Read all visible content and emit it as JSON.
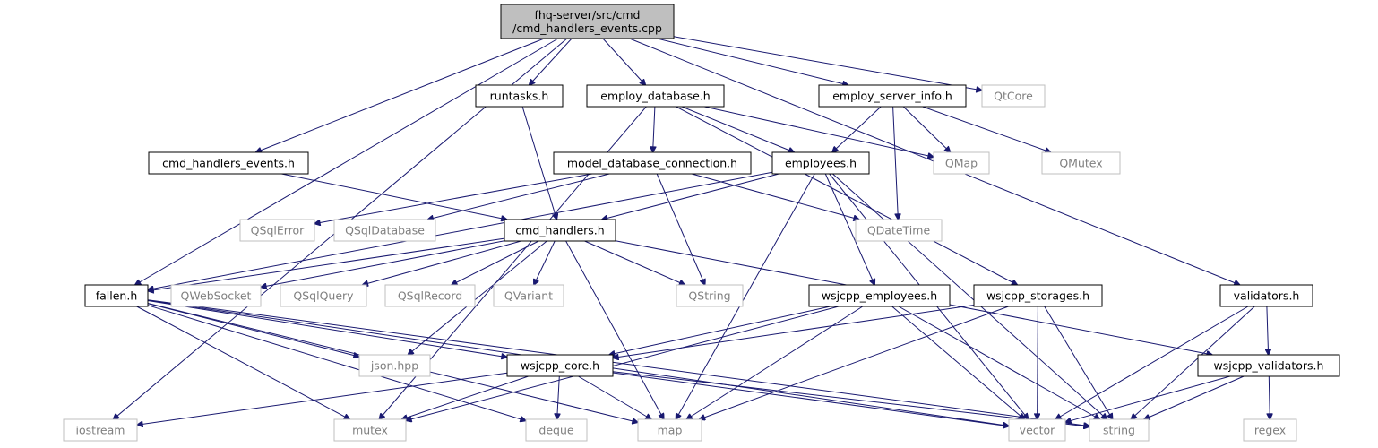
{
  "diagram": {
    "type": "include-dependency-graph",
    "colors": {
      "root_fill": "#bfbfbf",
      "root_stroke": "#000000",
      "local_stroke": "#000000",
      "external_stroke": "#bfbfbf",
      "external_text": "#7f7f7f",
      "text": "#000000",
      "edge": "#191970"
    },
    "nodes": [
      {
        "id": "root",
        "lines": [
          "fhq-server/src/cmd",
          "/cmd_handlers_events.cpp"
        ],
        "kind": "root"
      },
      {
        "id": "runtasks",
        "lines": [
          "runtasks.h"
        ],
        "kind": "local"
      },
      {
        "id": "employ_database",
        "lines": [
          "employ_database.h"
        ],
        "kind": "local"
      },
      {
        "id": "employ_server_info",
        "lines": [
          "employ_server_info.h"
        ],
        "kind": "local"
      },
      {
        "id": "QtCore",
        "lines": [
          "QtCore"
        ],
        "kind": "external"
      },
      {
        "id": "cmd_handlers_events",
        "lines": [
          "cmd_handlers_events.h"
        ],
        "kind": "local"
      },
      {
        "id": "model_database_connection",
        "lines": [
          "model_database_connection.h"
        ],
        "kind": "local"
      },
      {
        "id": "employees",
        "lines": [
          "employees.h"
        ],
        "kind": "local"
      },
      {
        "id": "QMap",
        "lines": [
          "QMap"
        ],
        "kind": "external"
      },
      {
        "id": "QMutex",
        "lines": [
          "QMutex"
        ],
        "kind": "external"
      },
      {
        "id": "QSqlError",
        "lines": [
          "QSqlError"
        ],
        "kind": "external"
      },
      {
        "id": "QSqlDatabase",
        "lines": [
          "QSqlDatabase"
        ],
        "kind": "external"
      },
      {
        "id": "cmd_handlers",
        "lines": [
          "cmd_handlers.h"
        ],
        "kind": "local"
      },
      {
        "id": "QDateTime",
        "lines": [
          "QDateTime"
        ],
        "kind": "external"
      },
      {
        "id": "fallen",
        "lines": [
          "fallen.h"
        ],
        "kind": "local"
      },
      {
        "id": "QWebSocket",
        "lines": [
          "QWebSocket"
        ],
        "kind": "external"
      },
      {
        "id": "QSqlQuery",
        "lines": [
          "QSqlQuery"
        ],
        "kind": "external"
      },
      {
        "id": "QSqlRecord",
        "lines": [
          "QSqlRecord"
        ],
        "kind": "external"
      },
      {
        "id": "QVariant",
        "lines": [
          "QVariant"
        ],
        "kind": "external"
      },
      {
        "id": "QString",
        "lines": [
          "QString"
        ],
        "kind": "external"
      },
      {
        "id": "wsjcpp_employees",
        "lines": [
          "wsjcpp_employees.h"
        ],
        "kind": "local"
      },
      {
        "id": "wsjcpp_storages",
        "lines": [
          "wsjcpp_storages.h"
        ],
        "kind": "local"
      },
      {
        "id": "validators",
        "lines": [
          "validators.h"
        ],
        "kind": "local"
      },
      {
        "id": "json",
        "lines": [
          "json.hpp"
        ],
        "kind": "external"
      },
      {
        "id": "wsjcpp_core",
        "lines": [
          "wsjcpp_core.h"
        ],
        "kind": "local"
      },
      {
        "id": "wsjcpp_validators",
        "lines": [
          "wsjcpp_validators.h"
        ],
        "kind": "local"
      },
      {
        "id": "iostream",
        "lines": [
          "iostream"
        ],
        "kind": "external"
      },
      {
        "id": "mutex",
        "lines": [
          "mutex"
        ],
        "kind": "external"
      },
      {
        "id": "deque",
        "lines": [
          "deque"
        ],
        "kind": "external"
      },
      {
        "id": "map",
        "lines": [
          "map"
        ],
        "kind": "external"
      },
      {
        "id": "vector",
        "lines": [
          "vector"
        ],
        "kind": "external"
      },
      {
        "id": "string",
        "lines": [
          "string"
        ],
        "kind": "external"
      },
      {
        "id": "regex",
        "lines": [
          "regex"
        ],
        "kind": "external"
      }
    ],
    "edges": [
      [
        "root",
        "iostream"
      ],
      [
        "root",
        "fallen"
      ],
      [
        "root",
        "cmd_handlers_events"
      ],
      [
        "root",
        "runtasks"
      ],
      [
        "root",
        "employ_database"
      ],
      [
        "root",
        "employ_server_info"
      ],
      [
        "root",
        "QtCore"
      ],
      [
        "root",
        "validators"
      ],
      [
        "runtasks",
        "cmd_handlers"
      ],
      [
        "employ_database",
        "mutex"
      ],
      [
        "employ_database",
        "model_database_connection"
      ],
      [
        "employ_database",
        "employees"
      ],
      [
        "employ_database",
        "QMap"
      ],
      [
        "employ_database",
        "wsjcpp_storages"
      ],
      [
        "employ_server_info",
        "employees"
      ],
      [
        "employ_server_info",
        "QMap"
      ],
      [
        "employ_server_info",
        "QMutex"
      ],
      [
        "employ_server_info",
        "QDateTime"
      ],
      [
        "cmd_handlers_events",
        "cmd_handlers"
      ],
      [
        "model_database_connection",
        "QSqlError"
      ],
      [
        "model_database_connection",
        "QSqlDatabase"
      ],
      [
        "model_database_connection",
        "QDateTime"
      ],
      [
        "model_database_connection",
        "QString"
      ],
      [
        "employees",
        "cmd_handlers"
      ],
      [
        "employees",
        "fallen"
      ],
      [
        "employees",
        "map"
      ],
      [
        "employees",
        "wsjcpp_employees"
      ],
      [
        "employees",
        "vector"
      ],
      [
        "employees",
        "string"
      ],
      [
        "cmd_handlers",
        "fallen"
      ],
      [
        "cmd_handlers",
        "QWebSocket"
      ],
      [
        "cmd_handlers",
        "QSqlQuery"
      ],
      [
        "cmd_handlers",
        "QSqlRecord"
      ],
      [
        "cmd_handlers",
        "QVariant"
      ],
      [
        "cmd_handlers",
        "QString"
      ],
      [
        "cmd_handlers",
        "json"
      ],
      [
        "cmd_handlers",
        "map"
      ],
      [
        "cmd_handlers",
        "wsjcpp_validators"
      ],
      [
        "fallen",
        "json"
      ],
      [
        "fallen",
        "wsjcpp_core"
      ],
      [
        "fallen",
        "mutex"
      ],
      [
        "fallen",
        "deque"
      ],
      [
        "fallen",
        "map"
      ],
      [
        "fallen",
        "vector"
      ],
      [
        "fallen",
        "string"
      ],
      [
        "wsjcpp_employees",
        "wsjcpp_core"
      ],
      [
        "wsjcpp_employees",
        "mutex"
      ],
      [
        "wsjcpp_employees",
        "map"
      ],
      [
        "wsjcpp_employees",
        "vector"
      ],
      [
        "wsjcpp_employees",
        "string"
      ],
      [
        "wsjcpp_storages",
        "wsjcpp_core"
      ],
      [
        "wsjcpp_storages",
        "map"
      ],
      [
        "wsjcpp_storages",
        "vector"
      ],
      [
        "wsjcpp_storages",
        "string"
      ],
      [
        "wsjcpp_core",
        "iostream"
      ],
      [
        "wsjcpp_core",
        "mutex"
      ],
      [
        "wsjcpp_core",
        "deque"
      ],
      [
        "wsjcpp_core",
        "map"
      ],
      [
        "wsjcpp_core",
        "vector"
      ],
      [
        "wsjcpp_core",
        "string"
      ],
      [
        "validators",
        "wsjcpp_validators"
      ],
      [
        "validators",
        "vector"
      ],
      [
        "validators",
        "string"
      ],
      [
        "wsjcpp_validators",
        "vector"
      ],
      [
        "wsjcpp_validators",
        "string"
      ],
      [
        "wsjcpp_validators",
        "regex"
      ]
    ]
  }
}
